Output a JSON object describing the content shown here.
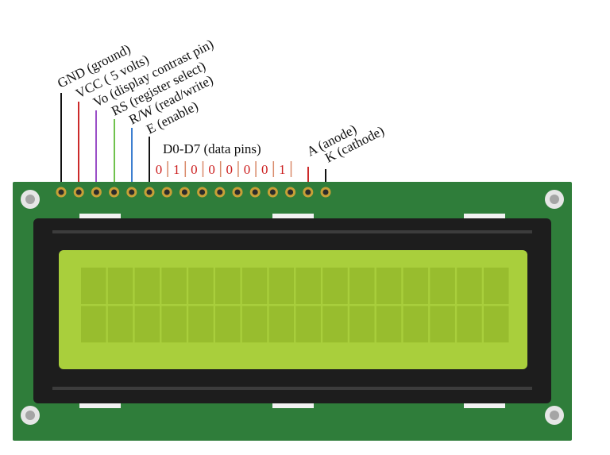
{
  "pin_labels": {
    "gnd": "GND (ground)",
    "vcc": "VCC ( 5 volts)",
    "vo": "Vo (display contrast pin)",
    "rs": "RS (register select)",
    "rw": "R/W (read/write)",
    "e": "E (enable)",
    "data": "D0-D7 (data pins)",
    "anode": "A (anode)",
    "cathode": "K (cathode)"
  },
  "data_bits": [
    "0",
    "1",
    "0",
    "0",
    "0",
    "0",
    "0",
    "1"
  ],
  "display": {
    "columns": 16,
    "rows": 2
  },
  "colors": {
    "pcb": "#2f7d3a",
    "bezel": "#1d1d1d",
    "lcd": "#a9cf3c",
    "lcd_cell": "#98bd2e",
    "pin_header": "#c7a037",
    "gnd_wire": "#111111",
    "vcc_wire": "#cc2a2a",
    "vo_wire": "#9b4fc7",
    "rs_wire": "#6fc24d",
    "rw_wire": "#3d7fd0",
    "e_wire": "#111111",
    "bit_color": "#cc1f1f",
    "anode_wire": "#cc2a2a",
    "cathode_wire": "#111111"
  }
}
